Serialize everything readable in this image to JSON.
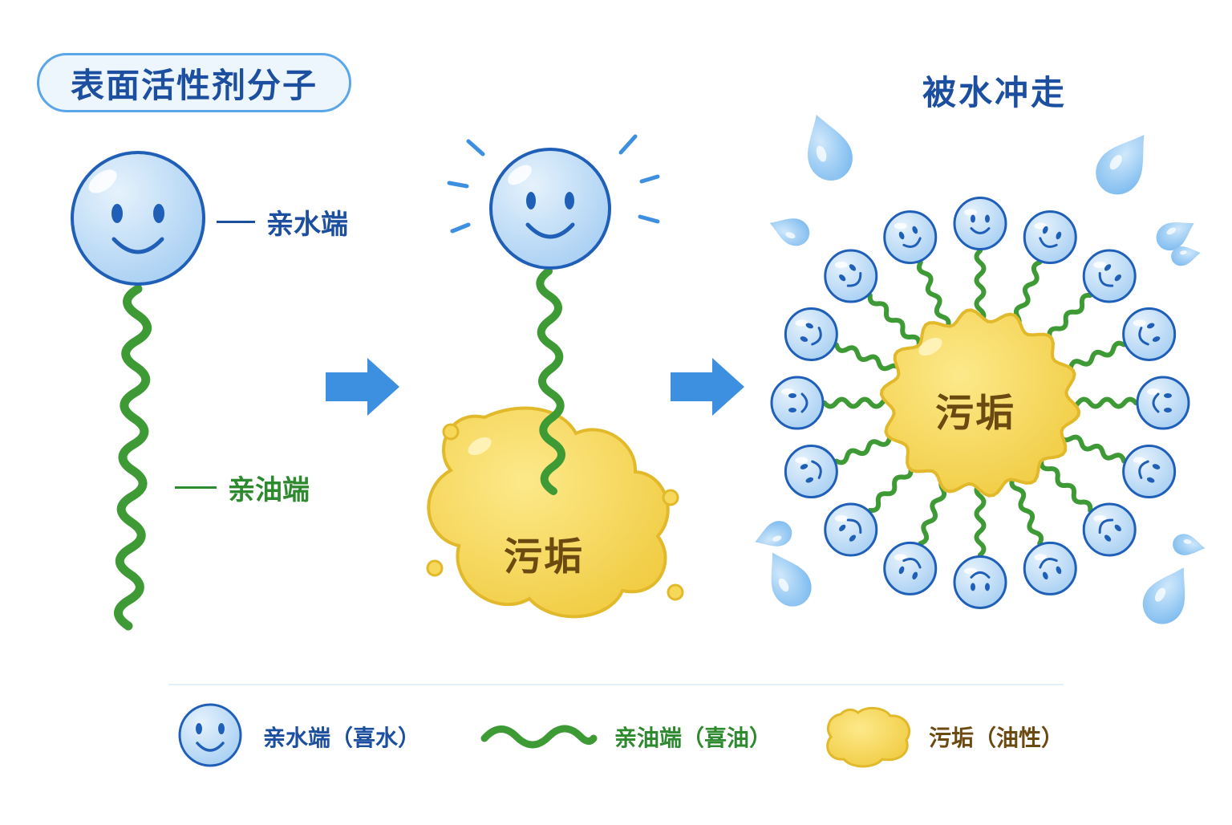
{
  "header": {
    "title": "表面活性剂分子"
  },
  "panel1": {
    "head_label": "亲水端",
    "tail_label": "亲油端"
  },
  "panel2": {
    "dirt_label": "污垢"
  },
  "panel3": {
    "title": "被水冲走",
    "dirt_label": "污垢",
    "molecule_count": 16
  },
  "legend": {
    "head": "亲水端（喜水）",
    "tail": "亲油端（喜油）",
    "dirt": "污垢（油性）"
  },
  "colors": {
    "head_fill": "#bfdcf6",
    "head_stroke": "#1f5fb8",
    "tail": "#3e9a34",
    "dirt_fill": "#f6d95a",
    "dirt_stroke": "#e2b92a",
    "arrow": "#3d8fe0",
    "water": "#8cc5f2",
    "title_text": "#1c4fa0"
  }
}
